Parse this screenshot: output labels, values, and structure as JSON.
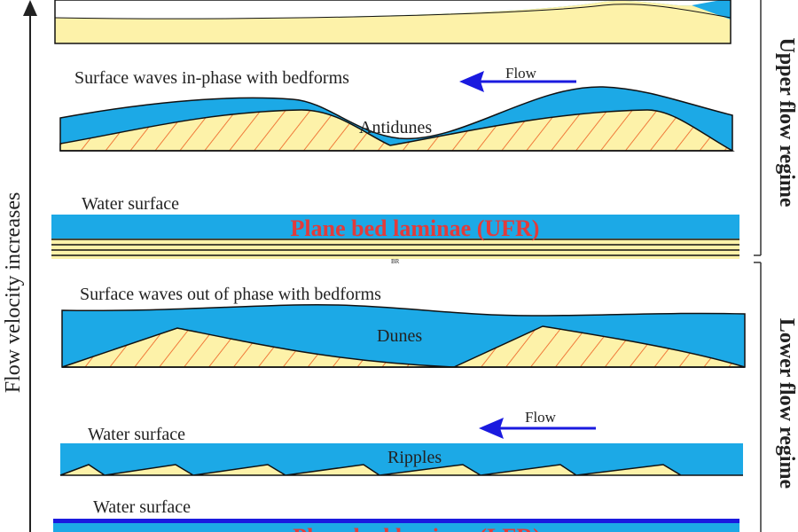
{
  "axis": {
    "label": "Flow velocity increases"
  },
  "regimes": {
    "upper": "Upper flow regime",
    "lower": "Lower flow regime"
  },
  "panels": {
    "antidunes": {
      "caption": "Surface waves in-phase with bedforms",
      "flow_label": "Flow",
      "bedform_label": "Antidunes"
    },
    "plane_ufr": {
      "caption": "Water surface",
      "bedform_label": "Plane bed laminae (UFR)",
      "watermark": "BR"
    },
    "dunes": {
      "caption": "Surface waves out of phase with bedforms",
      "bedform_label": "Dunes"
    },
    "ripples": {
      "caption": "Water surface",
      "flow_label": "Flow",
      "bedform_label": "Ripples"
    },
    "plane_lfr": {
      "caption": "Water surface",
      "bedform_label": "Plane bed laminae (LFR)"
    }
  },
  "colors": {
    "water": "#1ca9e6",
    "sand": "#fdf2a9",
    "lamina": "#f07a3a",
    "arrow": "#1a1adf",
    "text_red": "#e23b3b",
    "outline": "#111111"
  }
}
